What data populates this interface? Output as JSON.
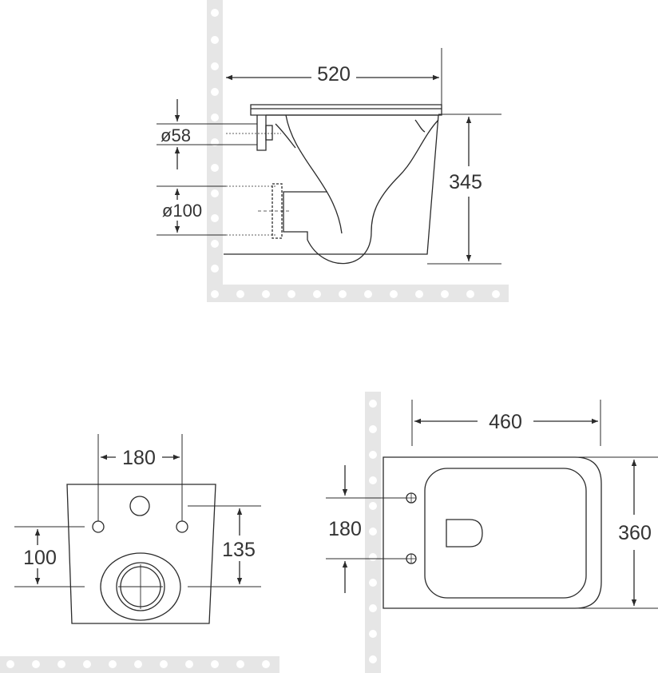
{
  "colors": {
    "line": "#2b2b2b",
    "wall": "#e6e6e6",
    "hole": "#ffffff"
  },
  "side_view": {
    "width_label": "520",
    "height_label": "345",
    "waste_outlet_label": "ø58",
    "drain_pipe_label": "ø100"
  },
  "rear_view": {
    "bolt_spacing_label": "180",
    "drain_height_label": "100",
    "bolt_height_label": "135"
  },
  "top_view": {
    "depth_label": "460",
    "width_label": "360",
    "bolt_spacing_label": "180"
  }
}
